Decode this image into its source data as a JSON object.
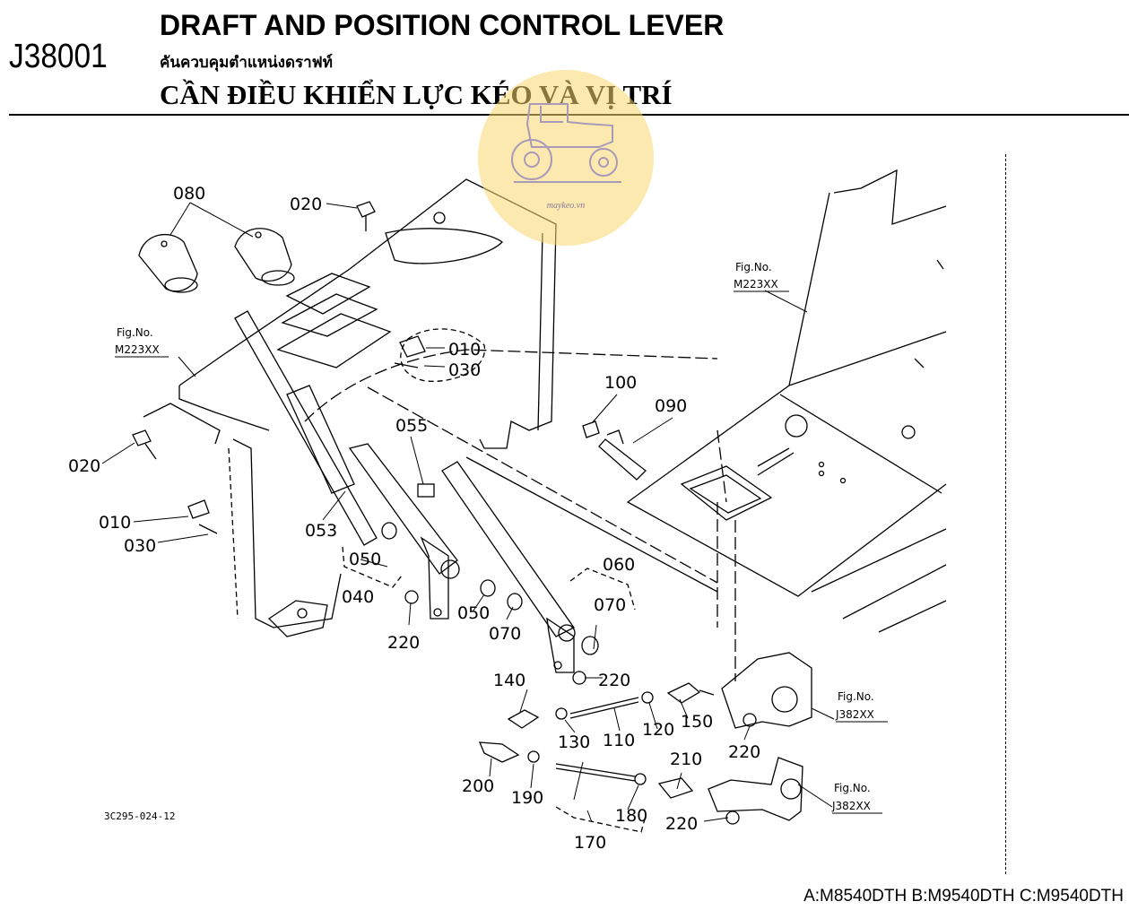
{
  "header": {
    "code": "J38001",
    "title_en": "DRAFT AND POSITION CONTROL LEVER",
    "title_th": "คันควบคุมตำแหน่งดราฟท์",
    "title_vi": "CẦN ĐIỀU KHIỂN LỰC KÉO VÀ VỊ TRÍ"
  },
  "watermark": {
    "text": "maykeo.vn",
    "color": "#f7d36e"
  },
  "parts": {
    "p080": "080",
    "p020a": "020",
    "p020b": "020",
    "p010a": "010",
    "p030a": "030",
    "p010b": "010",
    "p030b": "030",
    "p100": "100",
    "p090": "090",
    "p055": "055",
    "p053": "053",
    "p050a": "050",
    "p040": "040",
    "p220a": "220",
    "p050b": "050",
    "p070a": "070",
    "p060": "060",
    "p070b": "070",
    "p220b": "220",
    "p140": "140",
    "p150": "150",
    "p130": "130",
    "p110": "110",
    "p120": "120",
    "p220c": "220",
    "p210": "210",
    "p200": "200",
    "p190": "190",
    "p180": "180",
    "p170": "170",
    "p220d": "220"
  },
  "fig_refs": [
    {
      "label": "Fig.No.",
      "ref": "M223XX"
    },
    {
      "label": "Fig.No.",
      "ref": "M223XX"
    },
    {
      "label": "Fig.No.",
      "ref": "J382XX"
    },
    {
      "label": "Fig.No.",
      "ref": "J382XX"
    }
  ],
  "drawing_code": "3C295-024-12",
  "footer": "A:M8540DTH B:M9540DTH C:M9540DTH"
}
